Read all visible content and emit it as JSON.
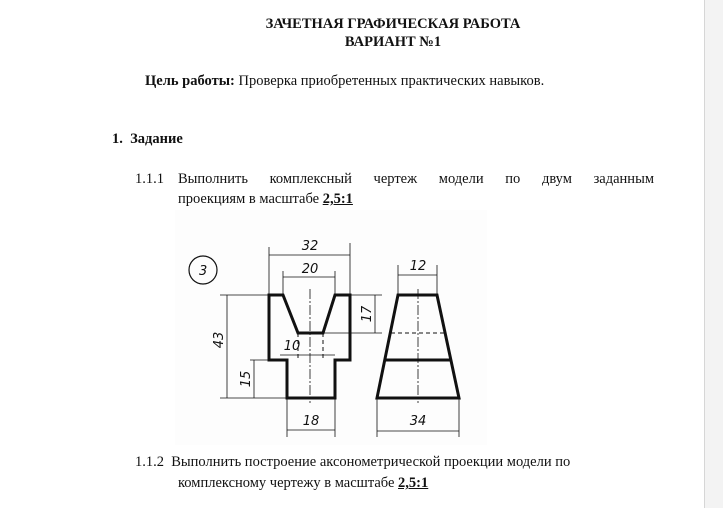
{
  "title_line1": "ЗАЧЕТНАЯ ГРАФИЧЕСКАЯ РАБОТА",
  "title_line2": "ВАРИАНТ №1",
  "goal_label": "Цель работы:",
  "goal_text": " Проверка приобретенных практических навыков.",
  "section": {
    "number": "1.",
    "title": "Задание"
  },
  "tasks": [
    {
      "number": "1.1.1",
      "line1": "Выполнить комплексный чертеж модели по двум заданным",
      "line2": "проекциям в масштабе ",
      "scale": "2,5:1"
    },
    {
      "number": "1.1.2",
      "line1": "Выполнить построение аксонометрической проекции модели по",
      "line2": "комплексному чертежу в масштабе ",
      "scale": "2,5:1"
    }
  ],
  "drawing": {
    "variant": "3",
    "dims": {
      "d32": "32",
      "d20": "20",
      "d43": "43",
      "d17": "17",
      "d10": "10",
      "d15": "15",
      "d18": "18",
      "d12": "12",
      "d34": "34"
    }
  }
}
